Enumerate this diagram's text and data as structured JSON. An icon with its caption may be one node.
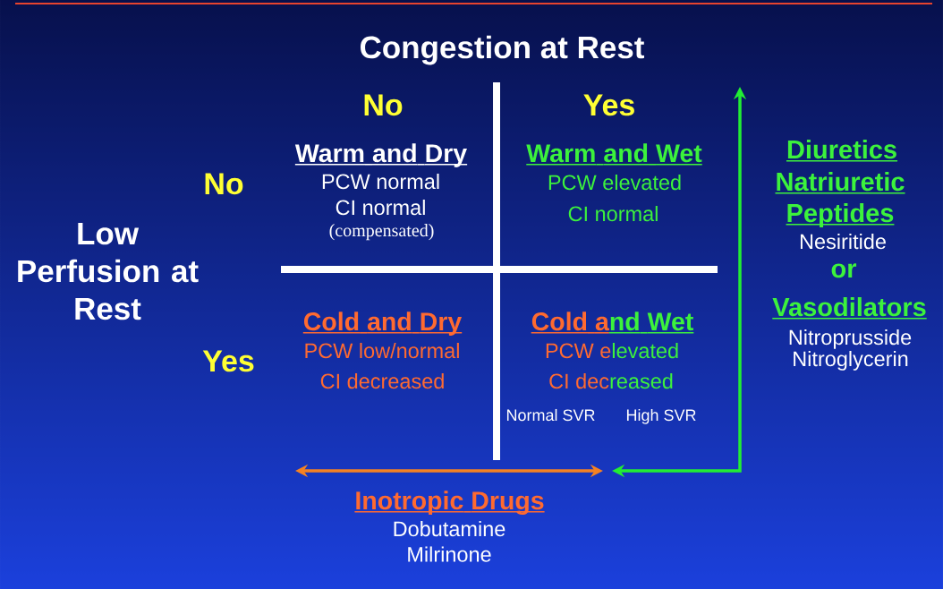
{
  "diagram": {
    "title": "Congestion at Rest",
    "labels": [
      "No",
      "Yes",
      "No",
      "Warm and Dry",
      "PCW normal",
      "CI normal",
      "(compensated)",
      "Warm and Wet",
      "PCW elevated",
      "CI normal",
      "Diuretics",
      "Natriuretic Peptides",
      "Nesiritide",
      "or",
      "Vasodilators",
      "Nitroprusside",
      "Nitroglycerin",
      "Low Perfusion at Rest",
      "Yes",
      "Cold and Dry",
      "PCW low/normal",
      "CI decreased",
      "Cold and Wet",
      "PCW elevated",
      "CI decreased",
      "Normal SVR",
      "High SVR",
      "Inotropic Drugs",
      "Dobutamine",
      "Milrinone"
    ]
  }
}
